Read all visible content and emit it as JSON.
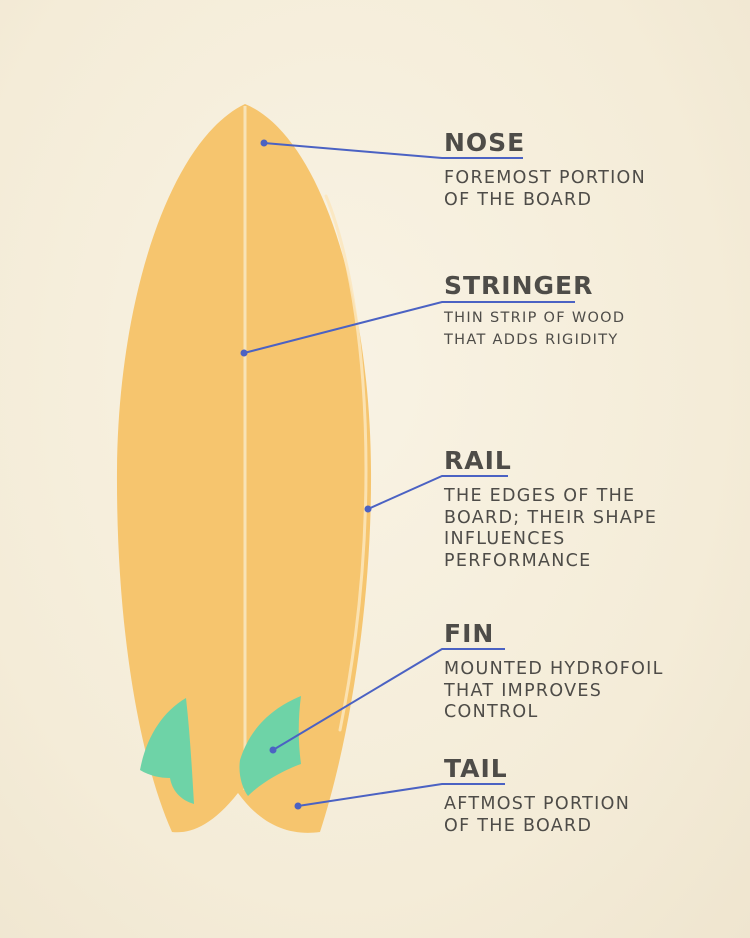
{
  "colors": {
    "background": "#f6efdd",
    "board": "#f6c56e",
    "stringer": "#f8e3b6",
    "fin": "#6ed3a7",
    "leader_line": "#4b62c3",
    "text": "#4e4c48"
  },
  "parts": [
    {
      "key": "nose",
      "title": "NOSE",
      "description": "FOREMOST PORTION\nOF THE BOARD"
    },
    {
      "key": "stringer",
      "title": "STRINGER",
      "description": "THIN STRIP OF WOOD\nTHAT ADDS RIGIDITY"
    },
    {
      "key": "rail",
      "title": "RAIL",
      "description": "THE EDGES OF THE\nBOARD; THEIR SHAPE\nINFLUENCES\nPERFORMANCE"
    },
    {
      "key": "fin",
      "title": "FIN",
      "description": "MOUNTED HYDROFOIL\nTHAT IMPROVES\nCONTROL"
    },
    {
      "key": "tail",
      "title": "TAIL",
      "description": "AFTMOST PORTION\nOF THE BOARD"
    }
  ]
}
